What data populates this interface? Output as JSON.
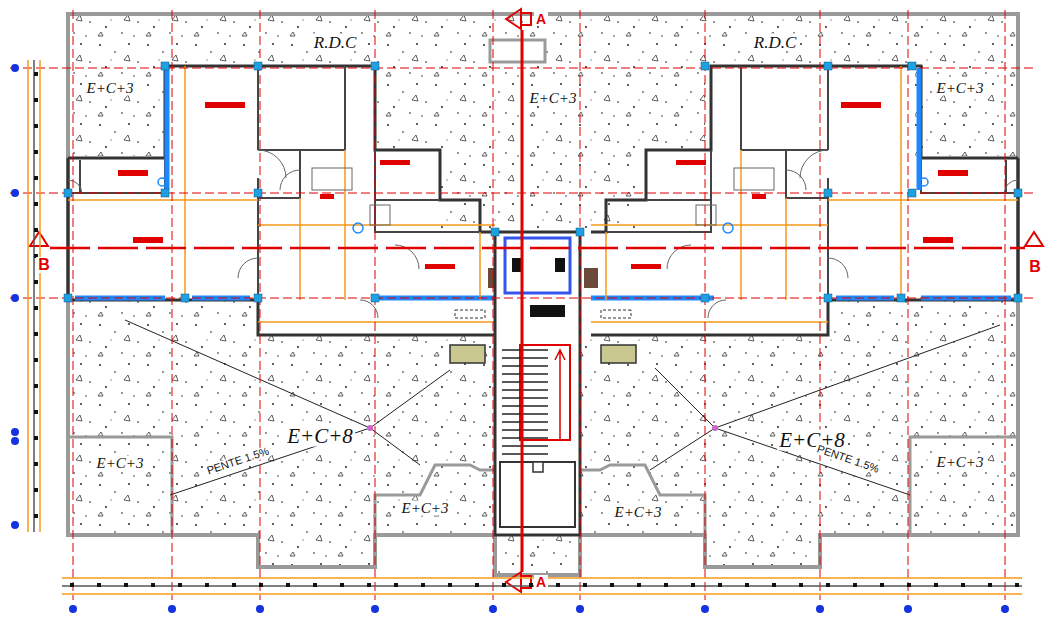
{
  "diagram": {
    "labels": [
      "R.D.C",
      "R.D.C",
      "E+C+3",
      "E+C+3",
      "E+C+3",
      "E+C+8",
      "PENTE 1.5%",
      "E+C+3",
      "E+C+8",
      "PENTE 1.5%",
      "E+C+3",
      "E+C+3",
      "E+C+3",
      "A",
      "A",
      "B",
      "B"
    ]
  }
}
